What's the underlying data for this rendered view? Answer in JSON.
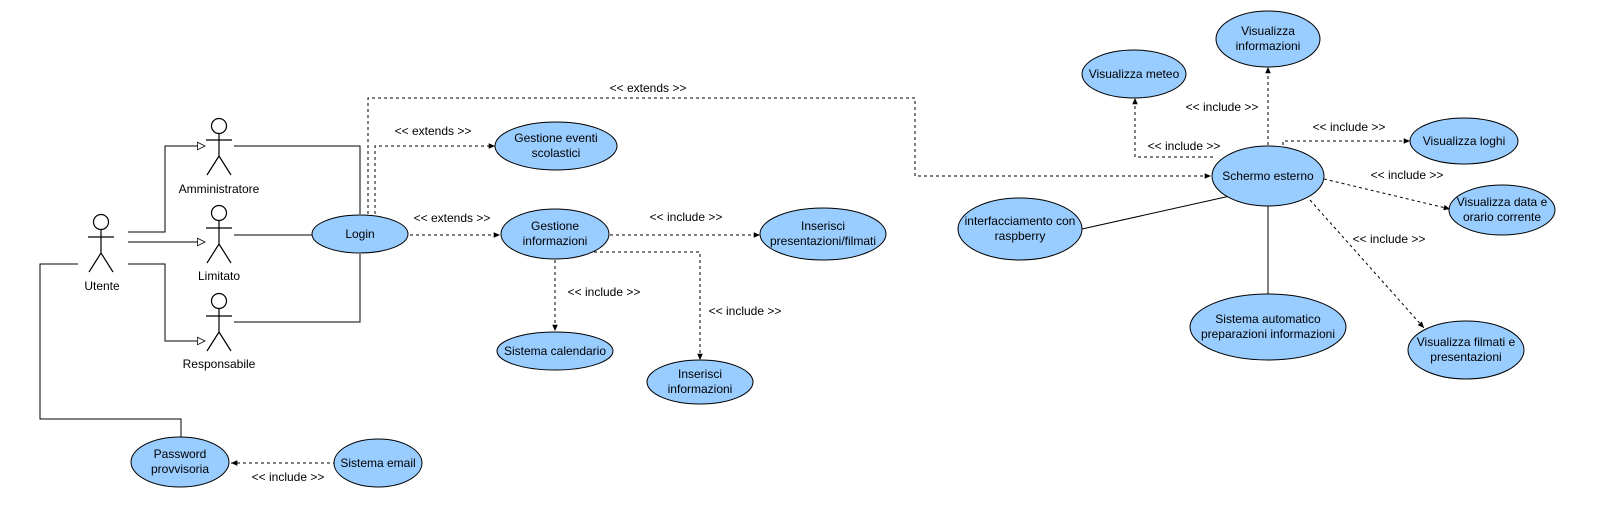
{
  "actors": {
    "utente": "Utente",
    "amministratore": "Amministratore",
    "limitato": "Limitato",
    "responsabile": "Responsabile"
  },
  "usecases": {
    "login": "Login",
    "gestione_eventi": [
      "Gestione eventi",
      "scolastici"
    ],
    "gestione_info": [
      "Gestione",
      "informazioni"
    ],
    "inserisci_pres": [
      "Inserisci",
      "presentazioni/filmati"
    ],
    "sistema_calendario": "Sistema calendario",
    "inserisci_info": [
      "Inserisci",
      "informazioni"
    ],
    "password": [
      "Password",
      "provvisoria"
    ],
    "sistema_email": "Sistema email",
    "schermo": "Schermo esterno",
    "vis_meteo": "Visualizza meteo",
    "vis_info": [
      "Visualizza",
      "informazioni"
    ],
    "vis_loghi": "Visualizza loghi",
    "vis_data": [
      "Visualizza data e",
      "orario corrente"
    ],
    "vis_filmati": [
      "Visualizza filmati e",
      "presentazioni"
    ],
    "interfacciamento": [
      "interfacciamento con",
      "raspberry"
    ],
    "sistema_auto": [
      "Sistema automatico",
      "preparazioni informazioni"
    ]
  },
  "labels": {
    "extends": "<< extends >>",
    "include": "<< include >>"
  }
}
